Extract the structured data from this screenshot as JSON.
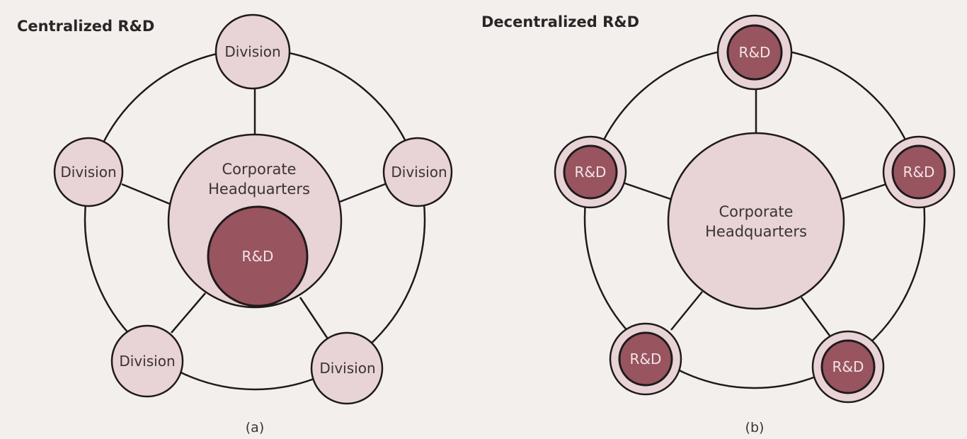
{
  "diagram_a": {
    "title": "Centralized R&D",
    "hq_line1": "Corporate",
    "hq_line2": "Headquarters",
    "core_label": "R&D",
    "nodes": [
      {
        "label": "Division"
      },
      {
        "label": "Division"
      },
      {
        "label": "Division"
      },
      {
        "label": "Division"
      },
      {
        "label": "Division"
      }
    ],
    "caption": "(a)"
  },
  "diagram_b": {
    "title": "Decentralized R&D",
    "hq_line1": "Corporate",
    "hq_line2": "Headquarters",
    "nodes": [
      {
        "label": "R&D"
      },
      {
        "label": "R&D"
      },
      {
        "label": "R&D"
      },
      {
        "label": "R&D"
      },
      {
        "label": "R&D"
      }
    ],
    "caption": "(b)"
  },
  "colors": {
    "background": "#f3efec",
    "light_node": "#e8d3d6",
    "dark_node": "#98545f",
    "stroke": "#1f1a1b"
  }
}
